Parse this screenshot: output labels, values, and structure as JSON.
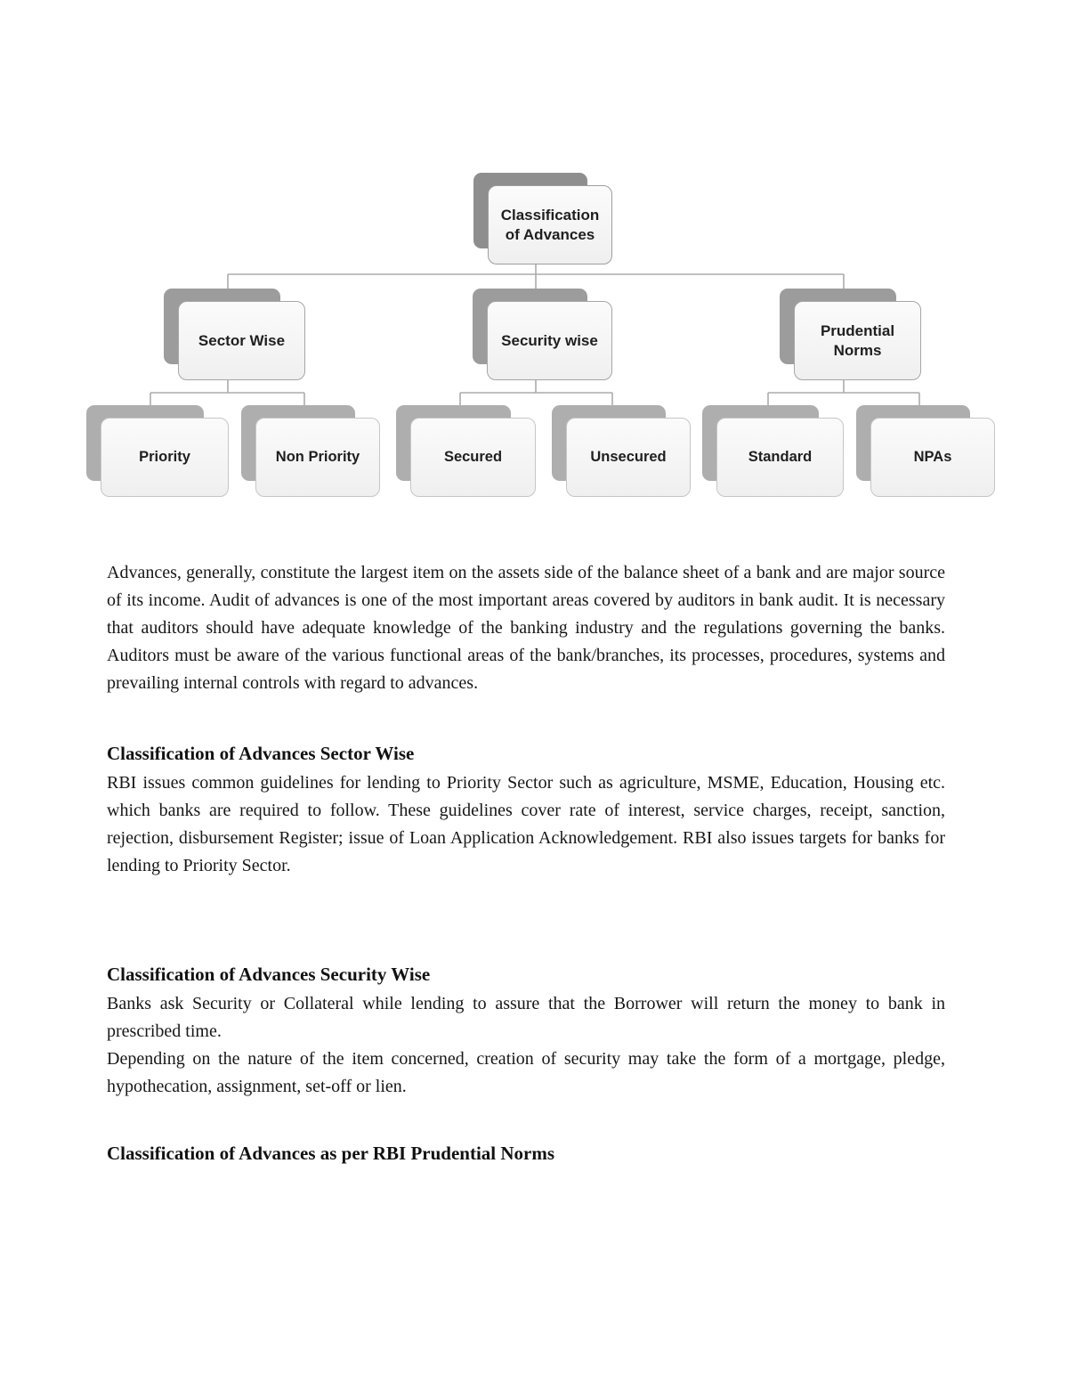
{
  "diagram": {
    "nodes": [
      {
        "id": "classification-of-advances",
        "label": "Classification of Advances",
        "level": 1
      },
      {
        "id": "sector-wise",
        "label": "Sector Wise",
        "level": 2,
        "parent": "classification-of-advances"
      },
      {
        "id": "security-wise",
        "label": "Security wise",
        "level": 2,
        "parent": "classification-of-advances"
      },
      {
        "id": "prudential-norms",
        "label": "Prudential Norms",
        "level": 2,
        "parent": "classification-of-advances"
      },
      {
        "id": "priority",
        "label": "Priority",
        "level": 3,
        "parent": "sector-wise"
      },
      {
        "id": "non-priority",
        "label": "Non Priority",
        "level": 3,
        "parent": "sector-wise"
      },
      {
        "id": "secured",
        "label": "Secured",
        "level": 3,
        "parent": "security-wise"
      },
      {
        "id": "unsecured",
        "label": "Unsecured",
        "level": 3,
        "parent": "security-wise"
      },
      {
        "id": "standard",
        "label": "Standard",
        "level": 3,
        "parent": "prudential-norms"
      },
      {
        "id": "npas",
        "label": "NPAs",
        "level": 3,
        "parent": "prudential-norms"
      }
    ],
    "colors": {
      "shadow_level1": "#8e8e8e",
      "shadow_level2": "#9c9c9c",
      "shadow_level3": "#aeaeae",
      "box_fill": "#f5f5f5",
      "box_border": "#a6a6a6",
      "connector": "#ababab",
      "label_text": "#1f1f1f"
    }
  },
  "content": {
    "intro": "Advances, generally, constitute the largest item on the assets side of the balance sheet of a bank and are major source of its income. Audit of advances is one of the most important areas covered by auditors in bank audit. It is necessary that auditors should have adequate knowledge of the banking industry and the regulations governing the banks. Auditors must be aware of the various functional areas of the bank/branches, its processes, procedures, systems and prevailing internal controls with regard to advances.",
    "sections": [
      {
        "heading": "Classification of Advances Sector Wise",
        "paragraphs": [
          "RBI issues common guidelines for lending to Priority Sector such as agriculture, MSME, Education, Housing etc. which banks are required to follow. These guidelines cover rate of interest, service charges, receipt, sanction, rejection, disbursement Register; issue of Loan Application Acknowledgement. RBI also issues targets for banks for lending to Priority Sector."
        ]
      },
      {
        "heading": "Classification of Advances Security Wise",
        "paragraphs": [
          "Banks ask Security or Collateral while lending to assure that the Borrower will return the money to bank in prescribed time.",
          "Depending on the nature of the item concerned, creation of security may take the form of a mortgage, pledge, hypothecation, assignment, set-off or lien."
        ]
      },
      {
        "heading": "Classification of Advances as per RBI Prudential Norms",
        "paragraphs": []
      }
    ]
  }
}
